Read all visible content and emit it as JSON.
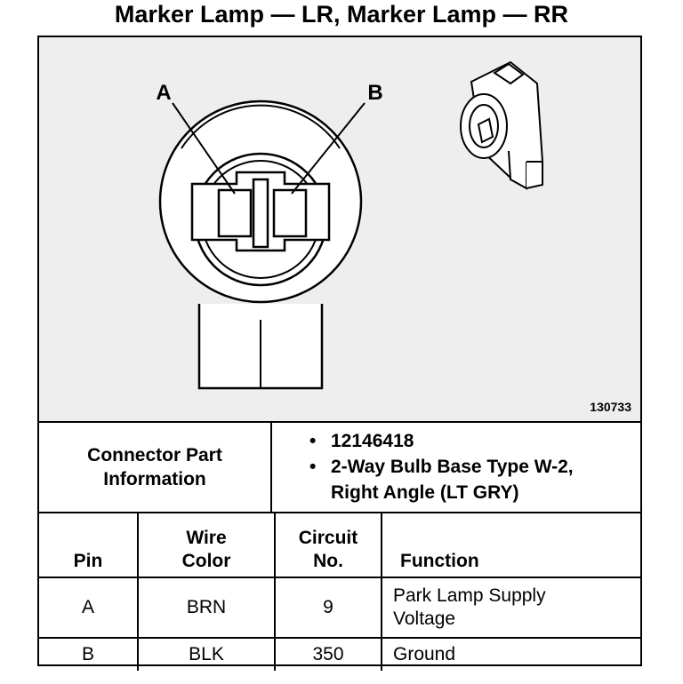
{
  "title": "Marker Lamp — LR, Marker Lamp — RR",
  "diagram": {
    "pin_labels": [
      "A",
      "B"
    ],
    "figure_number": "130733"
  },
  "connector_info": {
    "label_line1": "Connector Part",
    "label_line2": "Information",
    "items": [
      "12146418",
      "2-Way Bulb Base Type W-2,",
      "Right Angle (LT GRY)"
    ]
  },
  "table": {
    "headers": {
      "pin": "Pin",
      "wire_line1": "Wire",
      "wire_line2": "Color",
      "circuit_line1": "Circuit",
      "circuit_line2": "No.",
      "function": "Function"
    },
    "rows": [
      {
        "pin": "A",
        "wire_color": "BRN",
        "circuit": "9",
        "function_line1": "Park Lamp Supply",
        "function_line2": "Voltage"
      },
      {
        "pin": "B",
        "wire_color": "BLK",
        "circuit": "350",
        "function_line1": "Ground",
        "function_line2": ""
      }
    ]
  }
}
